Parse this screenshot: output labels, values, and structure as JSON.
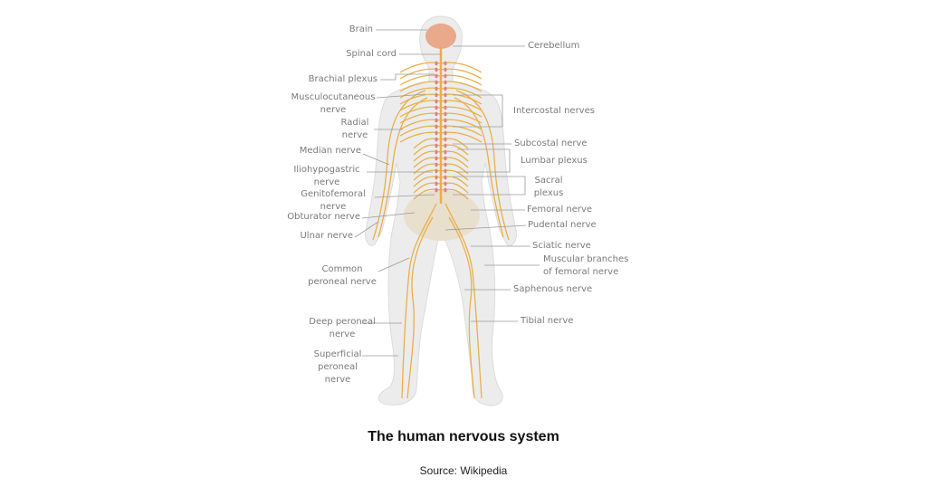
{
  "figure": {
    "title": "The human nervous system",
    "source": "Source: Wikipedia",
    "colors": {
      "nerve": "#e8b04a",
      "skin": "#ececec",
      "brain": "#e9a98a",
      "leader": "#9a9a9a"
    },
    "labels_left": {
      "brain": "Brain",
      "spinal_cord": "Spinal cord",
      "brachial_plexus": "Brachial plexus",
      "musculocutaneous": "Musculocutaneous\nnerve",
      "radial": "Radial\nnerve",
      "median": "Median nerve",
      "iliohypogastric": "Iliohypogastric\nnerve",
      "genitofemoral": "Genitofemoral\nnerve",
      "obturator": "Obturator nerve",
      "ulnar": "Ulnar nerve",
      "common_peroneal": "Common\nperoneal nerve",
      "deep_peroneal": "Deep peroneal\nnerve",
      "superficial_peroneal": "Superficial\nperoneal\nnerve"
    },
    "labels_right": {
      "cerebellum": "Cerebellum",
      "intercostal": "Intercostal nerves",
      "subcostal": "Subcostal nerve",
      "lumbar_plexus": "Lumbar plexus",
      "sacral_plexus": "Sacral\nplexus",
      "femoral": "Femoral nerve",
      "pudental": "Pudental nerve",
      "sciatic": "Sciatic nerve",
      "muscular_branches": "Muscular branches\nof femoral nerve",
      "saphenous": "Saphenous nerve",
      "tibial": "Tibial nerve"
    }
  }
}
